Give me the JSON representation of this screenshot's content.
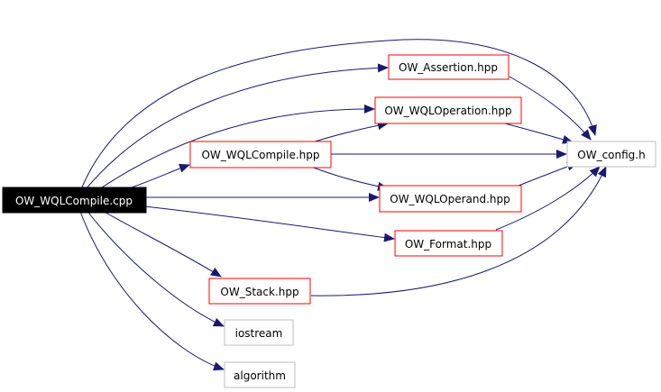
{
  "colors": {
    "edge": "#191970",
    "box_red": "#ff0000",
    "box_gray": "#bfbfbf",
    "root_fill": "#000000",
    "root_text": "#ffffff",
    "text": "#000000"
  },
  "nodes": {
    "root": "OW_WQLCompile.cpp",
    "assertion": "OW_Assertion.hpp",
    "operation": "OW_WQLOperation.hpp",
    "compile_hpp": "OW_WQLCompile.hpp",
    "config": "OW_config.h",
    "operand": "OW_WQLOperand.hpp",
    "format": "OW_Format.hpp",
    "stack": "OW_Stack.hpp",
    "iostream": "iostream",
    "algorithm": "algorithm"
  }
}
